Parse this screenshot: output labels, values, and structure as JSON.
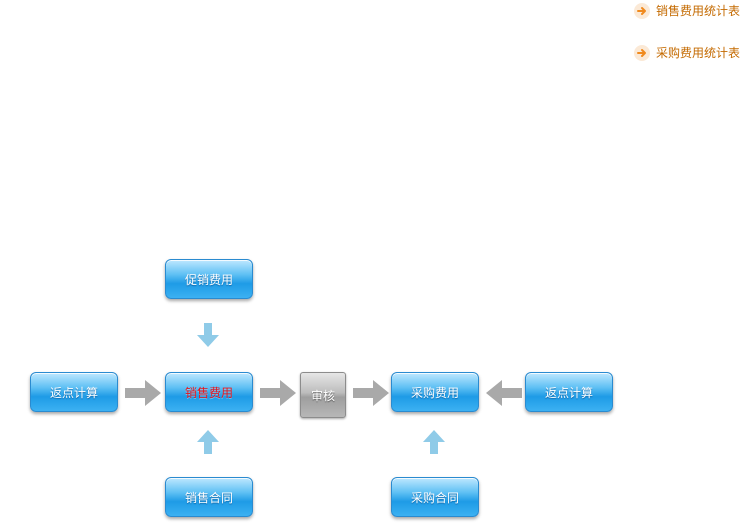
{
  "quick_links": [
    {
      "label": "销售费用统计表",
      "icon": "arrow-right-icon"
    },
    {
      "label": "采购费用统计表",
      "icon": "arrow-right-icon"
    }
  ],
  "flow": {
    "promo_cost": "促销费用",
    "rebate_left": "返点计算",
    "sales_cost": "销售费用",
    "audit": "审核",
    "purchase_cost": "采购费用",
    "rebate_right": "返点计算",
    "sales_contract": "销售合同",
    "purchase_contract": "采购合同"
  },
  "colors": {
    "link_text": "#c46a00",
    "link_arrow": "#f08a1e",
    "box_blue": "#1e9be6",
    "active_text": "#e8141a",
    "audit_gray": "#a8a8a8",
    "arrow_gray": "#a9a9a9",
    "arrow_light_blue": "#8fcbe8"
  }
}
